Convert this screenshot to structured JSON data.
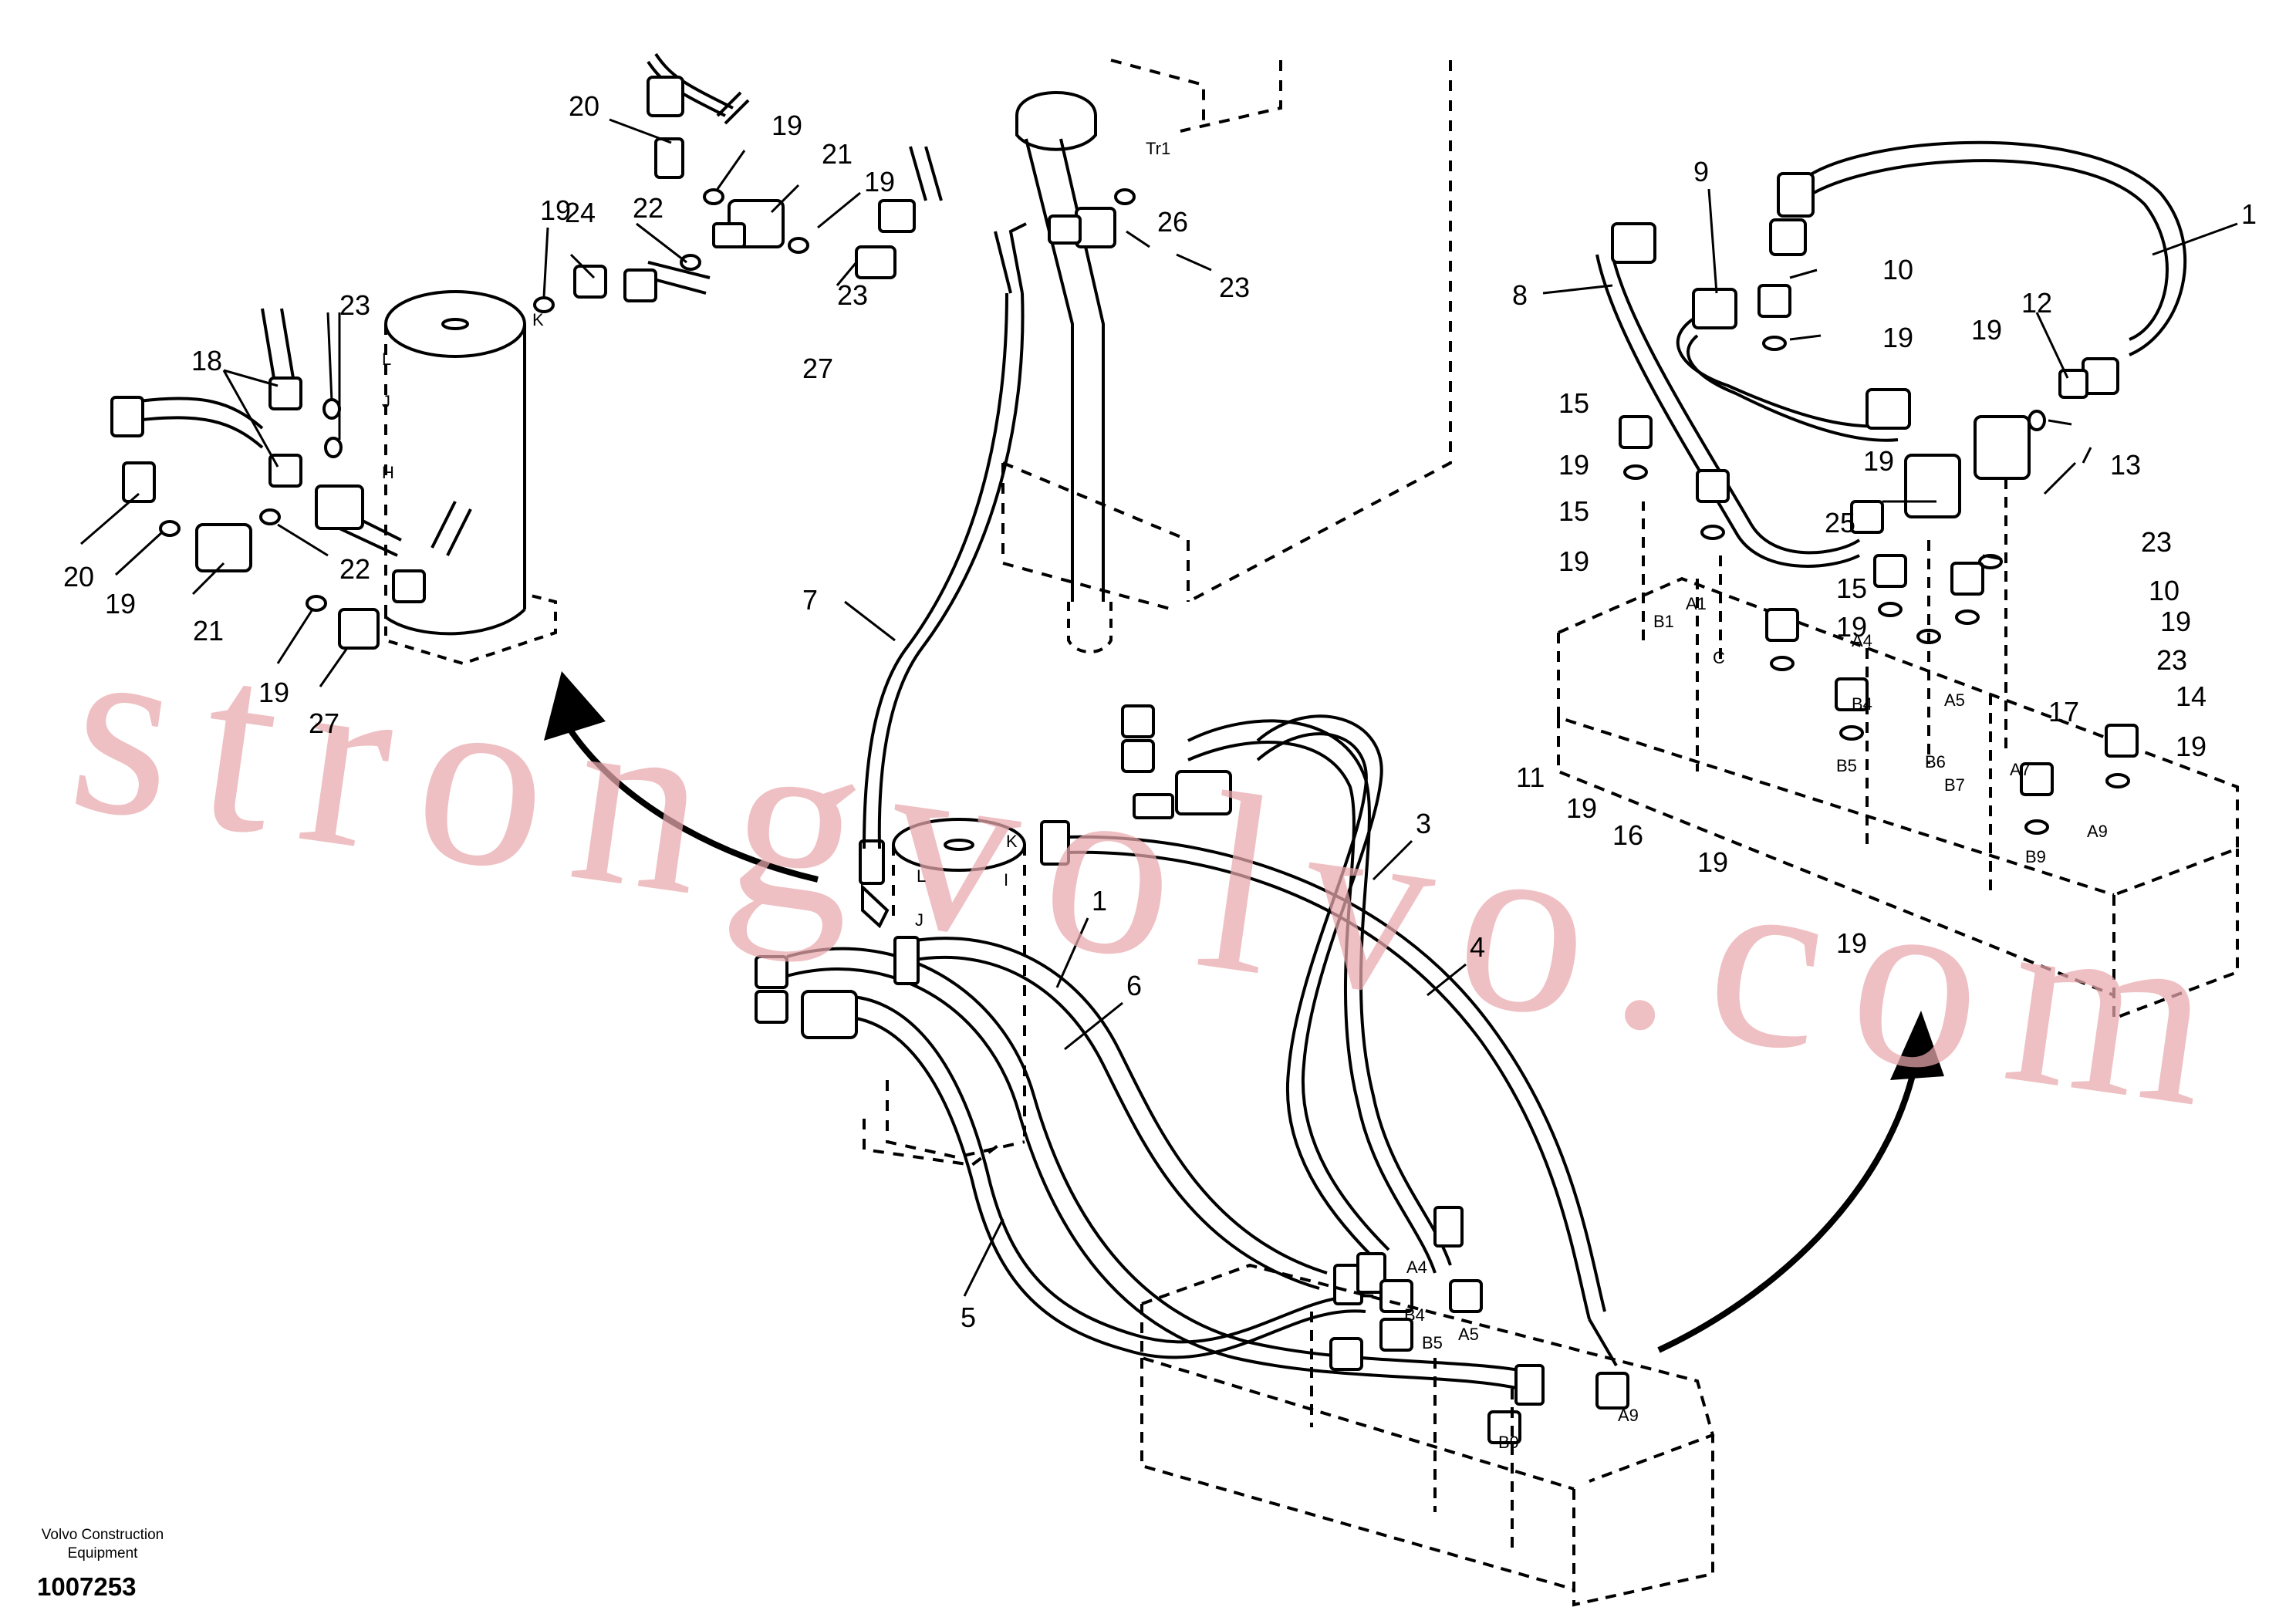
{
  "watermark": "strongvolvo.com",
  "brand_lines": [
    "Volvo Construction",
    "Equipment"
  ],
  "doc_number": "1007253",
  "callouts": {
    "main": [
      "7",
      "1",
      "3",
      "4",
      "6",
      "5"
    ],
    "inset_left": [
      "20",
      "19",
      "21",
      "19",
      "23",
      "24",
      "22",
      "19",
      "27",
      "23",
      "18",
      "20",
      "19",
      "21",
      "22",
      "19",
      "27"
    ],
    "inset_center": [
      "26",
      "23"
    ],
    "inset_right": [
      "1",
      "9",
      "8",
      "10",
      "19",
      "12",
      "19",
      "13",
      "15",
      "19",
      "15",
      "19",
      "19",
      "25",
      "23",
      "10",
      "15",
      "19",
      "19",
      "23",
      "14",
      "19",
      "17",
      "11",
      "19",
      "16",
      "19",
      "19"
    ]
  },
  "ports": {
    "main": [
      "K",
      "L",
      "I",
      "J",
      "A4",
      "B4",
      "B5",
      "A5",
      "A9",
      "B9"
    ],
    "inset_left": [
      "K",
      "L",
      "J",
      "H"
    ],
    "inset_center": [
      "Tr1"
    ],
    "inset_right": [
      "A1",
      "B1",
      "C",
      "A4",
      "B4",
      "A5",
      "B5",
      "B6",
      "B7",
      "A7",
      "A9",
      "B9"
    ]
  }
}
